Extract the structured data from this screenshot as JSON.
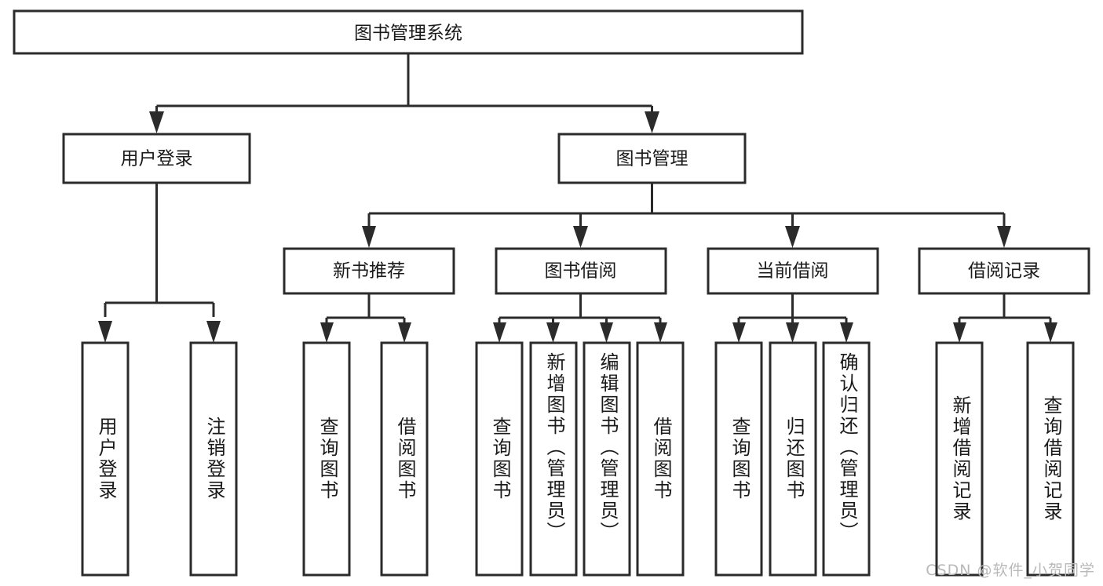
{
  "diagram": {
    "type": "tree",
    "title": "图书管理系统",
    "colors": {
      "box_stroke": "#2b2b2b",
      "box_fill": "#ffffff",
      "connector": "#2b2b2b",
      "text": "#1a1a1a",
      "background": "#ffffff",
      "watermark": "#b9b9b9"
    },
    "levels": {
      "root": "图书管理系统",
      "level2": [
        "用户登录",
        "图书管理"
      ],
      "level3": [
        "新书推荐",
        "图书借阅",
        "当前借阅",
        "借阅记录"
      ],
      "level4": [
        "用户登录",
        "注销登录",
        "查询图书",
        "借阅图书",
        "查询图书",
        "新增图书（管理员）",
        "编辑图书（管理员）",
        "借阅图书",
        "查询图书",
        "归还图书",
        "确认归还（管理员）",
        "新增借阅记录",
        "查询借阅记录"
      ]
    },
    "nodes": {
      "root": {
        "label": "图书管理系统"
      },
      "user_login": {
        "label": "用户登录"
      },
      "book_manage": {
        "label": "图书管理"
      },
      "new_book_rec": {
        "label": "新书推荐"
      },
      "book_borrow": {
        "label": "图书借阅"
      },
      "current_borrow": {
        "label": "当前借阅"
      },
      "borrow_record": {
        "label": "借阅记录"
      },
      "leaf_user_login": {
        "label": "用户登录"
      },
      "leaf_logout": {
        "label": "注销登录"
      },
      "leaf_query_book_a": {
        "label": "查询图书"
      },
      "leaf_borrow_book_a": {
        "label": "借阅图书"
      },
      "leaf_query_book_b": {
        "label": "查询图书"
      },
      "leaf_add_book": {
        "label": "新增图书（管理员）"
      },
      "leaf_edit_book": {
        "label": "编辑图书（管理员）"
      },
      "leaf_borrow_book_b": {
        "label": "借阅图书"
      },
      "leaf_query_book_c": {
        "label": "查询图书"
      },
      "leaf_return_book": {
        "label": "归还图书"
      },
      "leaf_confirm_return": {
        "label": "确认归还（管理员）"
      },
      "leaf_add_record": {
        "label": "新增借阅记录"
      },
      "leaf_query_record": {
        "label": "查询借阅记录"
      }
    },
    "edges": [
      {
        "from": "root",
        "to": "user_login"
      },
      {
        "from": "root",
        "to": "book_manage"
      },
      {
        "from": "user_login",
        "to": "leaf_user_login"
      },
      {
        "from": "user_login",
        "to": "leaf_logout"
      },
      {
        "from": "book_manage",
        "to": "new_book_rec"
      },
      {
        "from": "book_manage",
        "to": "book_borrow"
      },
      {
        "from": "book_manage",
        "to": "current_borrow"
      },
      {
        "from": "book_manage",
        "to": "borrow_record"
      },
      {
        "from": "new_book_rec",
        "to": "leaf_query_book_a"
      },
      {
        "from": "new_book_rec",
        "to": "leaf_borrow_book_a"
      },
      {
        "from": "book_borrow",
        "to": "leaf_query_book_b"
      },
      {
        "from": "book_borrow",
        "to": "leaf_add_book"
      },
      {
        "from": "book_borrow",
        "to": "leaf_edit_book"
      },
      {
        "from": "book_borrow",
        "to": "leaf_borrow_book_b"
      },
      {
        "from": "current_borrow",
        "to": "leaf_query_book_c"
      },
      {
        "from": "current_borrow",
        "to": "leaf_return_book"
      },
      {
        "from": "current_borrow",
        "to": "leaf_confirm_return"
      },
      {
        "from": "borrow_record",
        "to": "leaf_add_record"
      },
      {
        "from": "borrow_record",
        "to": "leaf_query_record"
      }
    ]
  },
  "watermark": {
    "text": "CSDN @软件_小贺同学"
  }
}
